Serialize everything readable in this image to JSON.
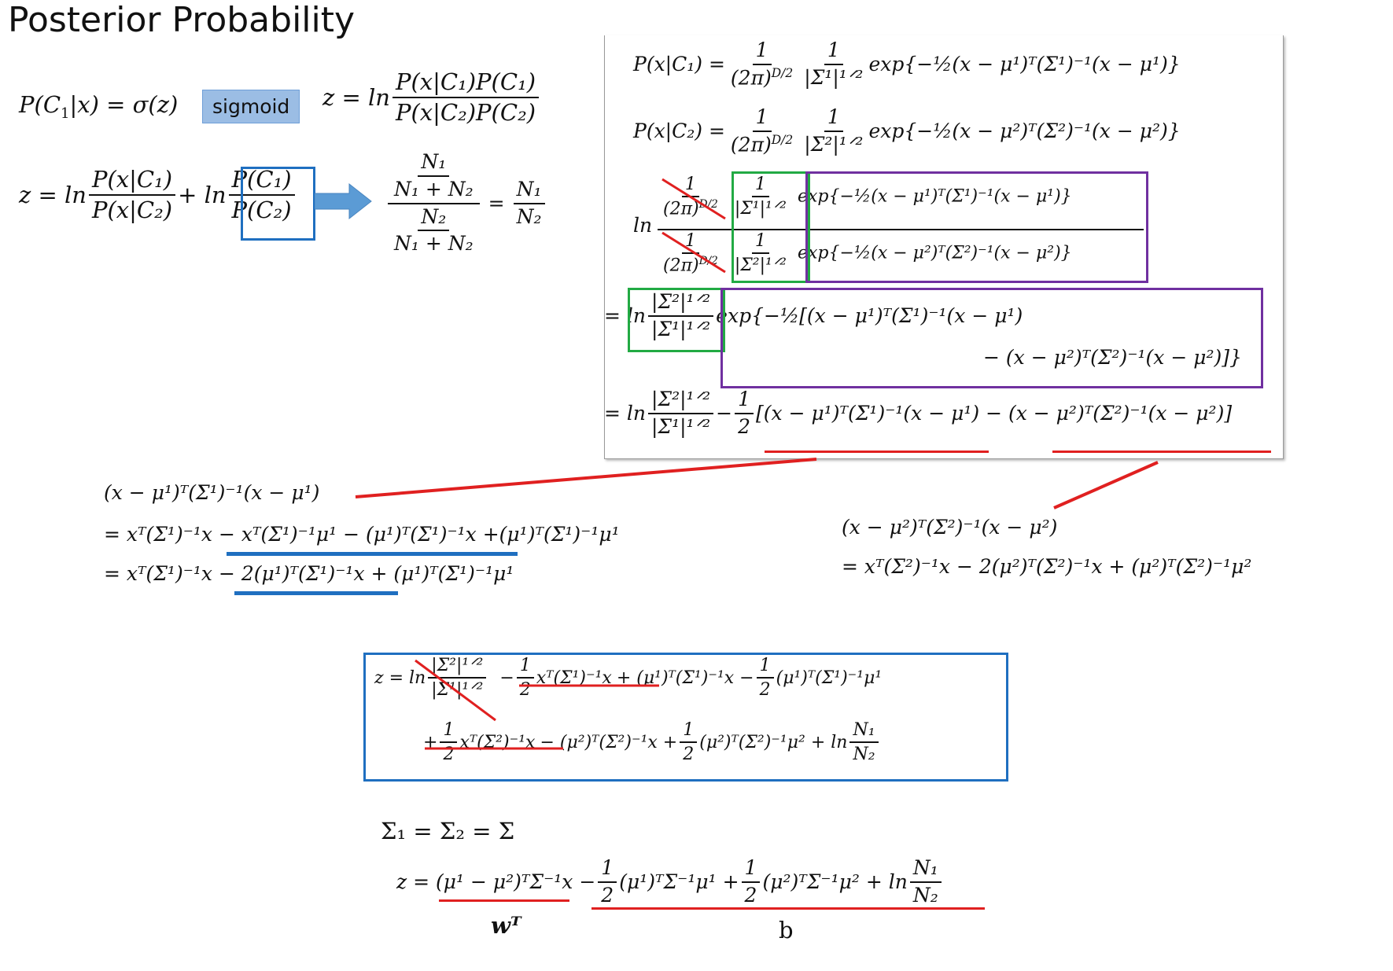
{
  "title": "Posterior Probability",
  "sigmoid_label": "sigmoid",
  "colors": {
    "red": "#e02020",
    "blue": "#1f6fc0",
    "green": "#22aa44",
    "purple": "#7030a0",
    "arrow": "#5b9bd5",
    "badge": "#9bbde4"
  },
  "eq": {
    "posterior_lhs": "P(C",
    "posterior_rhs": "|x) = σ(z)",
    "z_def": "z = ln",
    "num_likelihood": "P(x|C₁)P(C₁)",
    "den_likelihood": "P(x|C₂)P(C₂)",
    "z_split": "z = ln",
    "ratio_num": "P(x|C₁)",
    "ratio_den": "P(x|C₂)",
    "plus_ln": "+ ln",
    "prior_num": "P(C₁)",
    "prior_den": "P(C₂)",
    "n1": "N₁",
    "n1n2": "N₁ + N₂",
    "n2": "N₂",
    "equals": "=",
    "px_c1": "P(x|C₁) =",
    "px_c2": "P(x|C₂) =",
    "one": "1",
    "two_pi": "(2π)",
    "d2": "D/2",
    "det1": "|Σ¹|¹ᐟ²",
    "det2": "|Σ²|¹ᐟ²",
    "exp1": "exp{−½(x − μ¹)ᵀ(Σ¹)⁻¹(x − μ¹)}",
    "exp2": "exp{−½(x − μ²)ᵀ(Σ²)⁻¹(x − μ²)}",
    "ln": "ln",
    "eq_ln": "= ln",
    "exp_combined_1": "exp{−½[(x − μ¹)ᵀ(Σ¹)⁻¹(x − μ¹)",
    "exp_combined_2": "− (x − μ²)ᵀ(Σ²)⁻¹(x − μ²)]}",
    "minus_half": "−",
    "final_bracket": "[(x − μ¹)ᵀ(Σ¹)⁻¹(x − μ¹) − (x − μ²)ᵀ(Σ²)⁻¹(x − μ²)]",
    "exp_a_1": "(x − μ¹)ᵀ(Σ¹)⁻¹(x − μ¹)",
    "exp_a_2": "= xᵀ(Σ¹)⁻¹x − xᵀ(Σ¹)⁻¹μ¹ − (μ¹)ᵀ(Σ¹)⁻¹x +(μ¹)ᵀ(Σ¹)⁻¹μ¹",
    "exp_a_3": "= xᵀ(Σ¹)⁻¹x − 2(μ¹)ᵀ(Σ¹)⁻¹x + (μ¹)ᵀ(Σ¹)⁻¹μ¹",
    "exp_b_1": "(x − μ²)ᵀ(Σ²)⁻¹(x − μ²)",
    "exp_b_2": "= xᵀ(Σ²)⁻¹x − 2(μ²)ᵀ(Σ²)⁻¹x + (μ²)ᵀ(Σ²)⁻¹μ²",
    "z_eq": "z = ln",
    "box_l1_a": "xᵀ(Σ¹)⁻¹x",
    "box_l1_b": "+ (μ¹)ᵀ(Σ¹)⁻¹x −",
    "box_l1_c": "(μ¹)ᵀ(Σ¹)⁻¹μ¹",
    "box_l2_a": "xᵀ(Σ²)⁻¹x",
    "box_l2_b": "− (μ²)ᵀ(Σ²)⁻¹x +",
    "box_l2_c": "(μ²)ᵀ(Σ²)⁻¹μ²  + ln",
    "sigma_eq": "Σ₁ = Σ₂ = Σ",
    "final_z": "z = (μ¹ − μ²)ᵀΣ⁻¹x −",
    "final_mid": "(μ¹)ᵀΣ⁻¹μ¹ +",
    "final_end": "(μ²)ᵀΣ⁻¹μ² + ln",
    "wT": "wᵀ",
    "b": "b"
  }
}
